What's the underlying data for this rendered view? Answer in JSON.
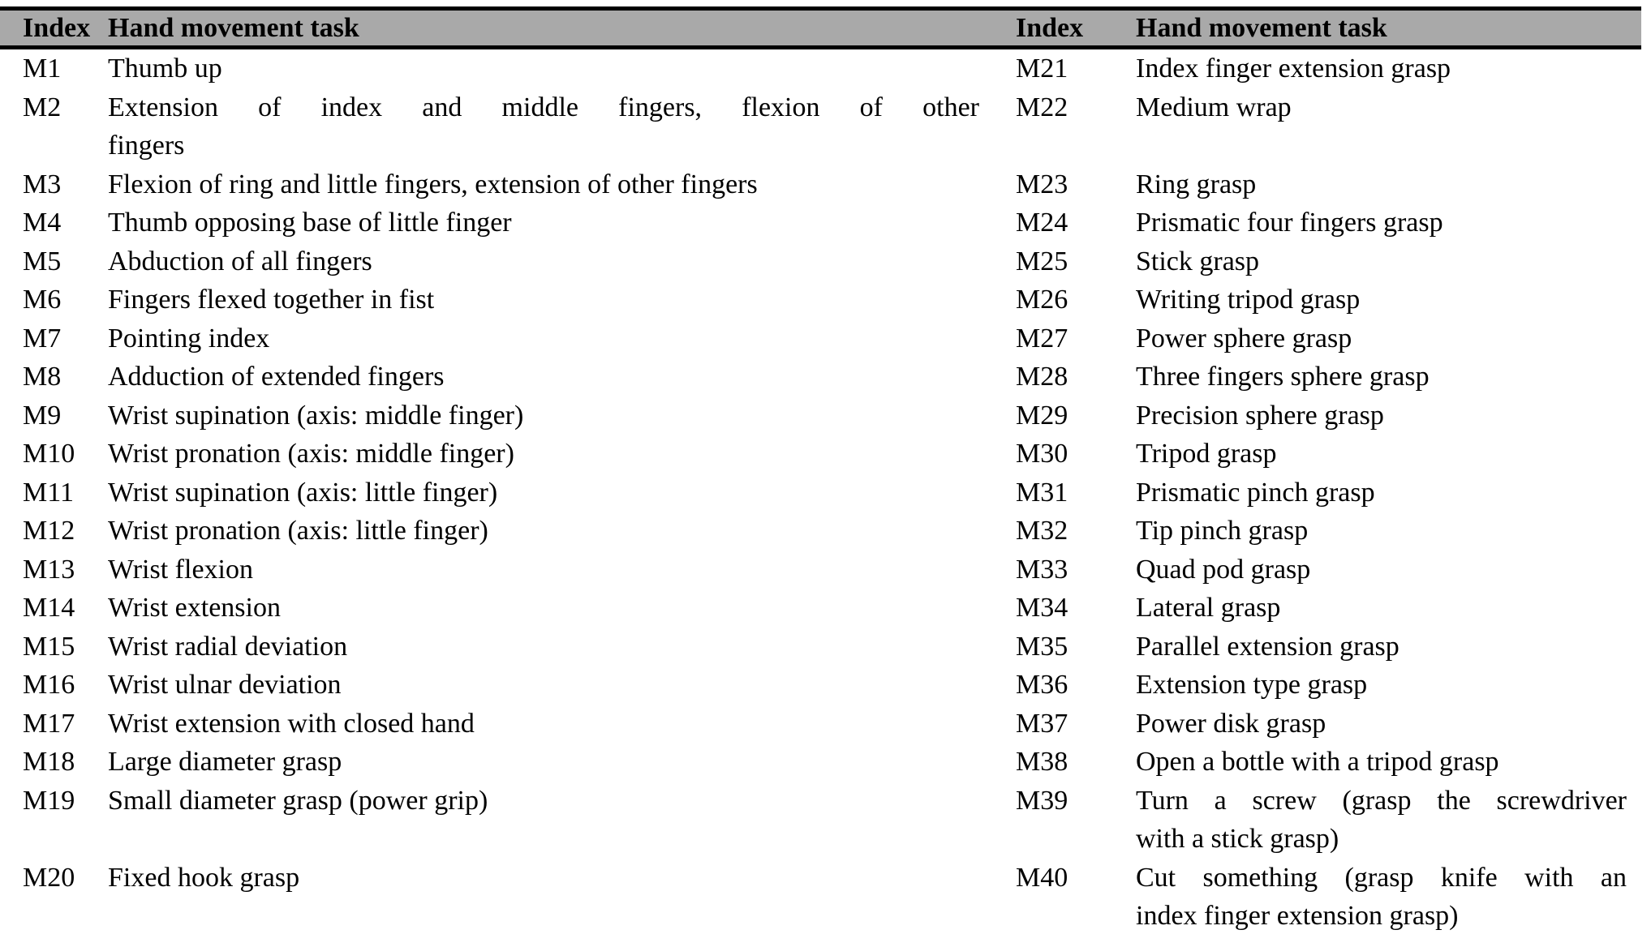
{
  "colors": {
    "header_bg": "#a9a9a9",
    "rule": "#000000",
    "text": "#000000",
    "background": "#ffffff"
  },
  "table": {
    "headers": {
      "left": {
        "index": "Index",
        "task": "Hand movement task"
      },
      "right": {
        "index": "Index",
        "task": "Hand movement task"
      }
    },
    "rows": [
      {
        "left": {
          "index": "M1",
          "task": "Thumb up"
        },
        "right": {
          "index": "M21",
          "task": "Index finger extension grasp"
        }
      },
      {
        "left": {
          "index": "M2",
          "task_lines": [
            "Extension of index and middle fingers, flexion of other",
            "fingers"
          ]
        },
        "right": {
          "index": "M22",
          "task": "Medium wrap"
        }
      },
      {
        "left": {
          "index": "M3",
          "task": "Flexion of ring and little fingers, extension of other fingers"
        },
        "right": {
          "index": "M23",
          "task": "Ring grasp"
        }
      },
      {
        "left": {
          "index": "M4",
          "task": "Thumb opposing base of little finger"
        },
        "right": {
          "index": "M24",
          "task": "Prismatic four fingers grasp"
        }
      },
      {
        "left": {
          "index": "M5",
          "task": "Abduction of all fingers"
        },
        "right": {
          "index": "M25",
          "task": "Stick grasp"
        }
      },
      {
        "left": {
          "index": "M6",
          "task": "Fingers flexed together in fist"
        },
        "right": {
          "index": "M26",
          "task": "Writing tripod grasp"
        }
      },
      {
        "left": {
          "index": "M7",
          "task": "Pointing index"
        },
        "right": {
          "index": "M27",
          "task": "Power sphere grasp"
        }
      },
      {
        "left": {
          "index": "M8",
          "task": "Adduction of extended fingers"
        },
        "right": {
          "index": "M28",
          "task": "Three fingers sphere grasp"
        }
      },
      {
        "left": {
          "index": "M9",
          "task": "Wrist supination (axis: middle finger)"
        },
        "right": {
          "index": "M29",
          "task": "Precision sphere grasp"
        }
      },
      {
        "left": {
          "index": "M10",
          "task": "Wrist pronation (axis: middle finger)"
        },
        "right": {
          "index": "M30",
          "task": "Tripod grasp"
        }
      },
      {
        "left": {
          "index": "M11",
          "task": "Wrist supination (axis: little finger)"
        },
        "right": {
          "index": "M31",
          "task": "Prismatic pinch grasp"
        }
      },
      {
        "left": {
          "index": "M12",
          "task": "Wrist pronation (axis: little finger)"
        },
        "right": {
          "index": "M32",
          "task": "Tip pinch grasp"
        }
      },
      {
        "left": {
          "index": "M13",
          "task": "Wrist flexion"
        },
        "right": {
          "index": "M33",
          "task": "Quad pod grasp"
        }
      },
      {
        "left": {
          "index": "M14",
          "task": "Wrist extension"
        },
        "right": {
          "index": "M34",
          "task": "Lateral grasp"
        }
      },
      {
        "left": {
          "index": "M15",
          "task": "Wrist radial deviation"
        },
        "right": {
          "index": "M35",
          "task": "Parallel extension grasp"
        }
      },
      {
        "left": {
          "index": "M16",
          "task": "Wrist ulnar deviation"
        },
        "right": {
          "index": "M36",
          "task": "Extension type grasp"
        }
      },
      {
        "left": {
          "index": "M17",
          "task": "Wrist extension with closed hand"
        },
        "right": {
          "index": "M37",
          "task": "Power disk grasp"
        }
      },
      {
        "left": {
          "index": "M18",
          "task": "Large diameter grasp"
        },
        "right": {
          "index": "M38",
          "task": "Open a bottle with a tripod grasp"
        }
      },
      {
        "left": {
          "index": "M19",
          "task": "Small diameter grasp (power grip)"
        },
        "right": {
          "index": "M39",
          "task_lines": [
            "Turn a screw (grasp the screwdriver",
            "with a stick grasp)"
          ]
        }
      },
      {
        "left": {
          "index": "M20",
          "task": "Fixed hook grasp"
        },
        "right": {
          "index": "M40",
          "task_lines": [
            "Cut something (grasp knife with an",
            "index finger extension grasp)"
          ]
        }
      }
    ]
  }
}
